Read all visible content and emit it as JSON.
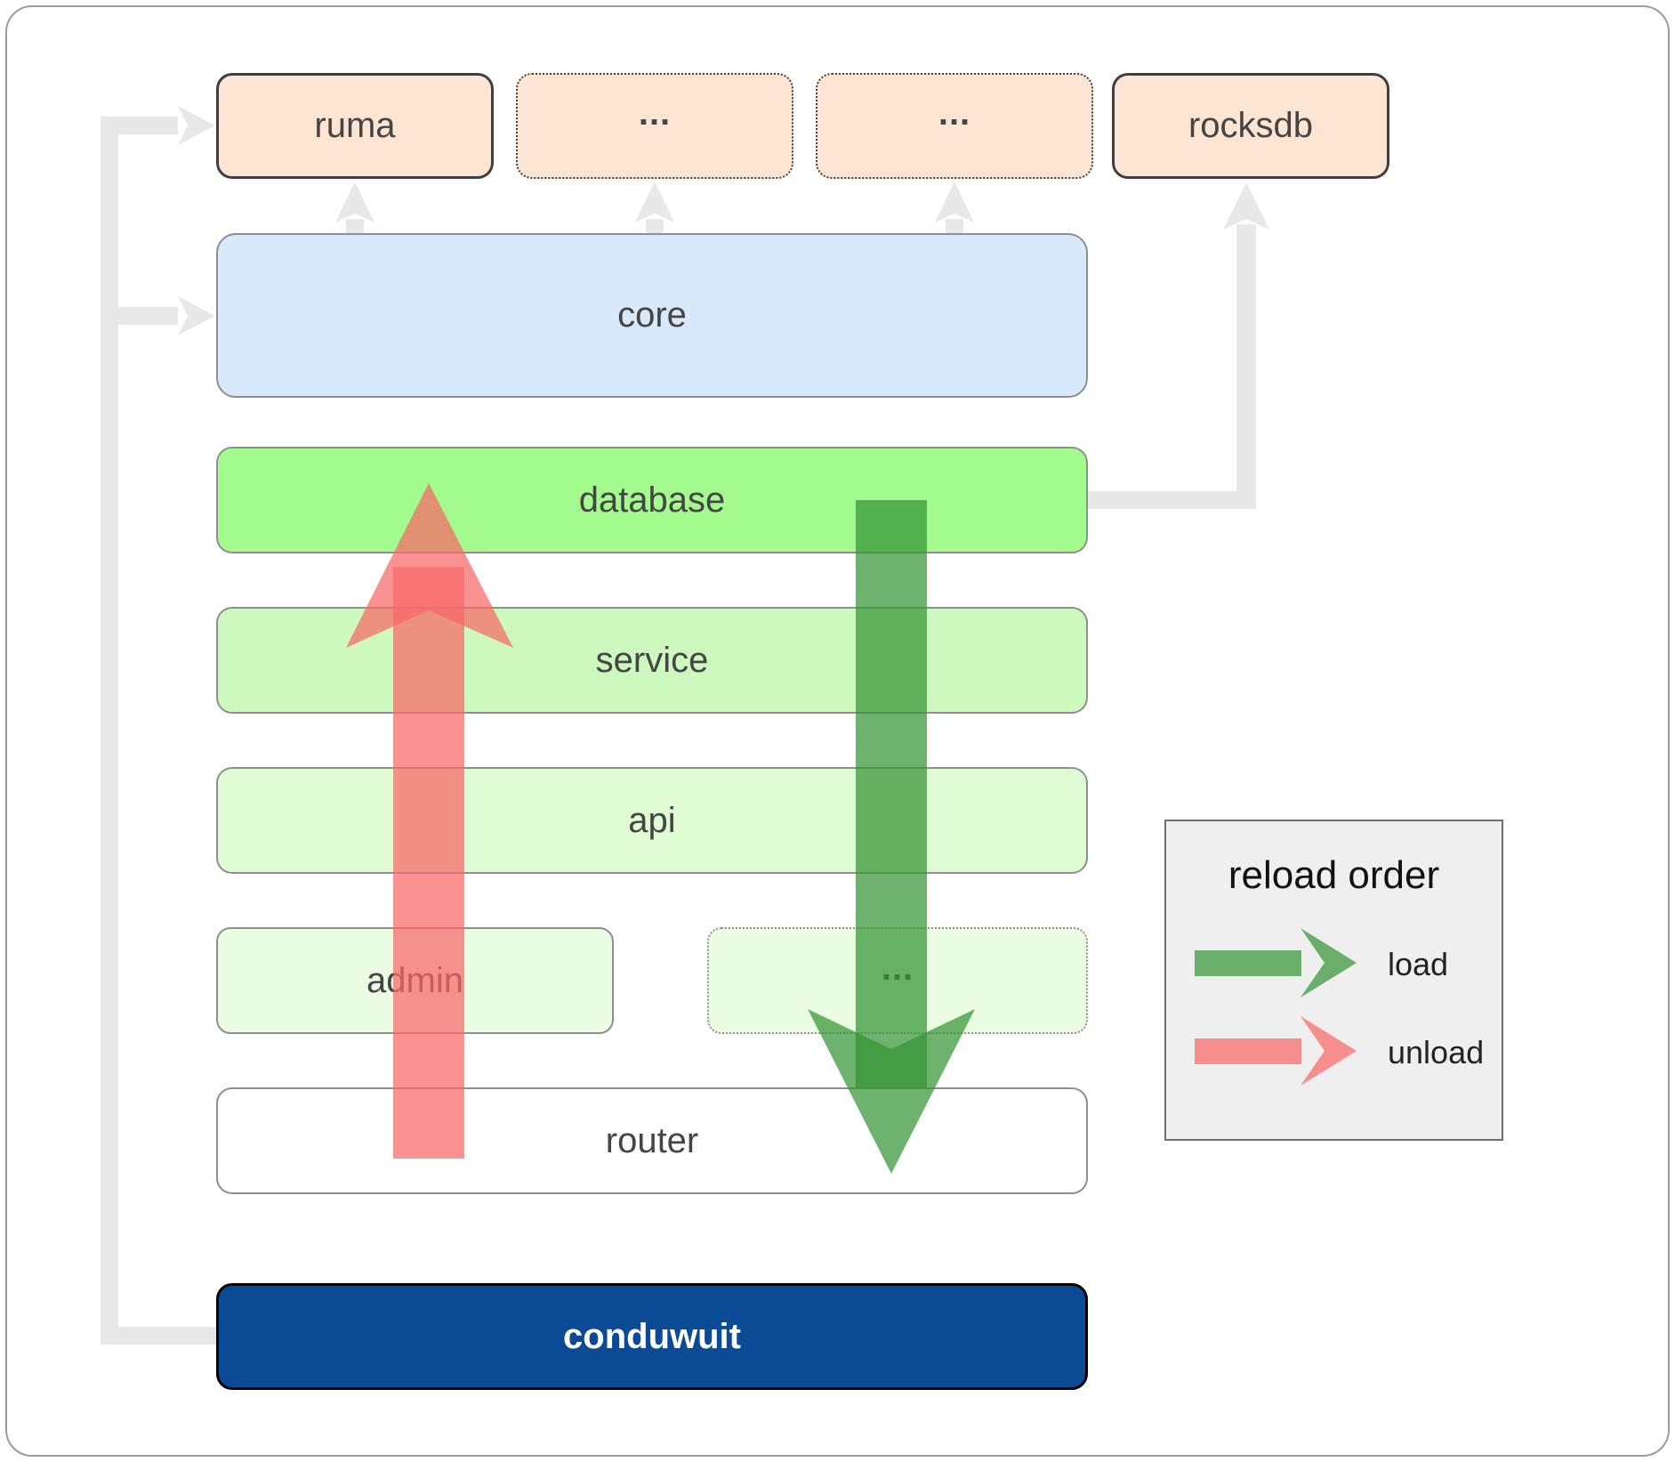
{
  "nodes": {
    "ruma": "ruma",
    "ellipsis1": "...",
    "ellipsis2": "...",
    "rocksdb": "rocksdb",
    "core": "core",
    "database": "database",
    "service": "service",
    "api": "api",
    "admin": "admin",
    "ellipsis3": "...",
    "router": "router",
    "conduwuit": "conduwuit"
  },
  "legend": {
    "title": "reload order",
    "load_label": "load",
    "unload_label": "unload"
  },
  "colors": {
    "load_arrow": "#349434",
    "unload_arrow": "#f86868",
    "connector_gray": "#e8e8e8",
    "conduwuit_bg": "#0b4b96",
    "database_bg": "#a3fa8d",
    "core_bg": "#d8e9fb"
  }
}
